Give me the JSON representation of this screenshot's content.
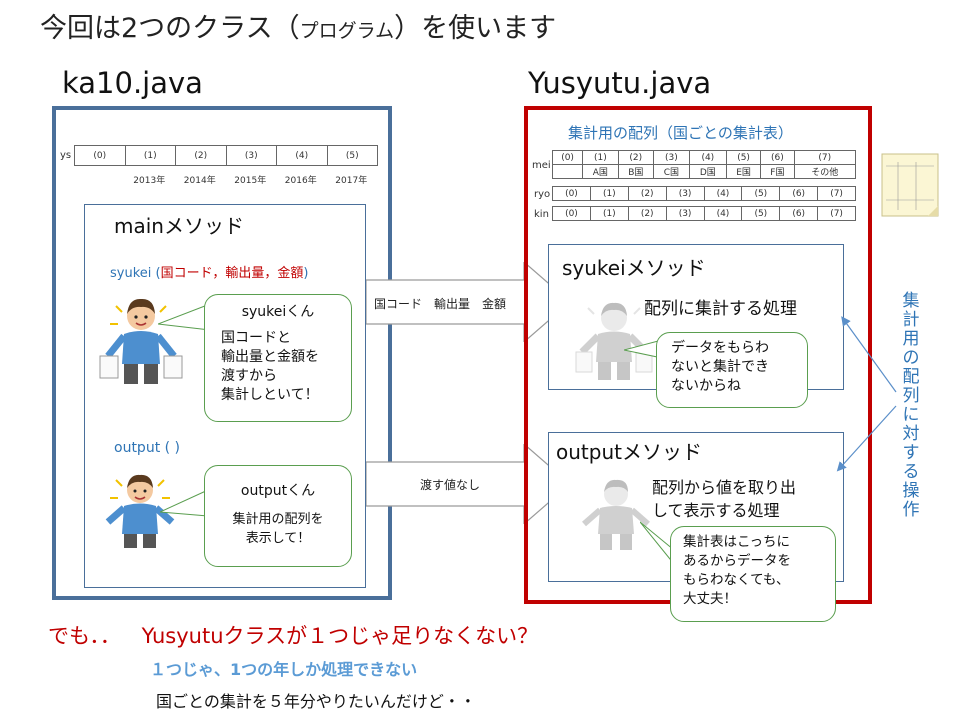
{
  "title": {
    "main1": "今回は2つのクラス（",
    "small": "プログラム",
    "main2": "）を使います"
  },
  "left_file": "ka10.java",
  "right_file": "Yusyutu.java",
  "left": {
    "ys_label": "ys",
    "ys_cells": [
      "(0)",
      "(1)",
      "(2)",
      "(3)",
      "(4)",
      "(5)"
    ],
    "years": [
      "2013年",
      "2014年",
      "2015年",
      "2016年",
      "2017年"
    ],
    "main_method": "mainメソッド",
    "syukei_call_pre": "syukei (",
    "syukei_call_args": "国コード，輸出量，金額",
    "syukei_call_post": ")",
    "bubble1_name": "syukeiくん",
    "bubble1_text": [
      "国コードと",
      "輸出量と金額を",
      "渡すから",
      "集計しといて！"
    ],
    "output_call": "output (  )",
    "bubble2_name": "outputくん",
    "bubble2_text": [
      "集計用の配列を",
      "表示して！"
    ]
  },
  "arrows": {
    "arrow1": "国コード　輸出量　金額",
    "arrow2": "渡す値なし"
  },
  "right": {
    "table_title": "集計用の配列（国ごとの集計表）",
    "mei_label": "mei",
    "mei_idx": [
      "(0)",
      "(1)",
      "(2)",
      "(3)",
      "(4)",
      "(5)",
      "(6)",
      "(7)"
    ],
    "mei_names": [
      "",
      "A国",
      "B国",
      "C国",
      "D国",
      "E国",
      "F国",
      "その他"
    ],
    "ryo_label": "ryo",
    "ryo_cells": [
      "(0)",
      "(1)",
      "(2)",
      "(3)",
      "(4)",
      "(5)",
      "(6)",
      "(7)"
    ],
    "kin_label": "kin",
    "kin_cells": [
      "(0)",
      "(1)",
      "(2)",
      "(3)",
      "(4)",
      "(5)",
      "(6)",
      "(7)"
    ],
    "syukei_method": "syukeiメソッド",
    "syukei_desc": "配列に集計する処理",
    "syukei_bubble": [
      "データをもらわ",
      "ないと集計でき",
      "ないからね"
    ],
    "output_method": "outputメソッド",
    "output_desc": [
      "配列から値を取り出",
      "して表示する処理"
    ],
    "output_bubble": [
      "集計表はこっちに",
      "あるからデータを",
      "もらわなくても、",
      "大丈夫！"
    ]
  },
  "side_note": "集計用の配列に対する操作",
  "bottom": {
    "line1_pre": "でも．．",
    "line1_main": "Yusyutuクラスが１つじゃ足りなくない？",
    "line2": "１つじゃ、1つの年しか処理できない",
    "line3": "国ごとの集計を５年分やりたいんだけど・・"
  }
}
